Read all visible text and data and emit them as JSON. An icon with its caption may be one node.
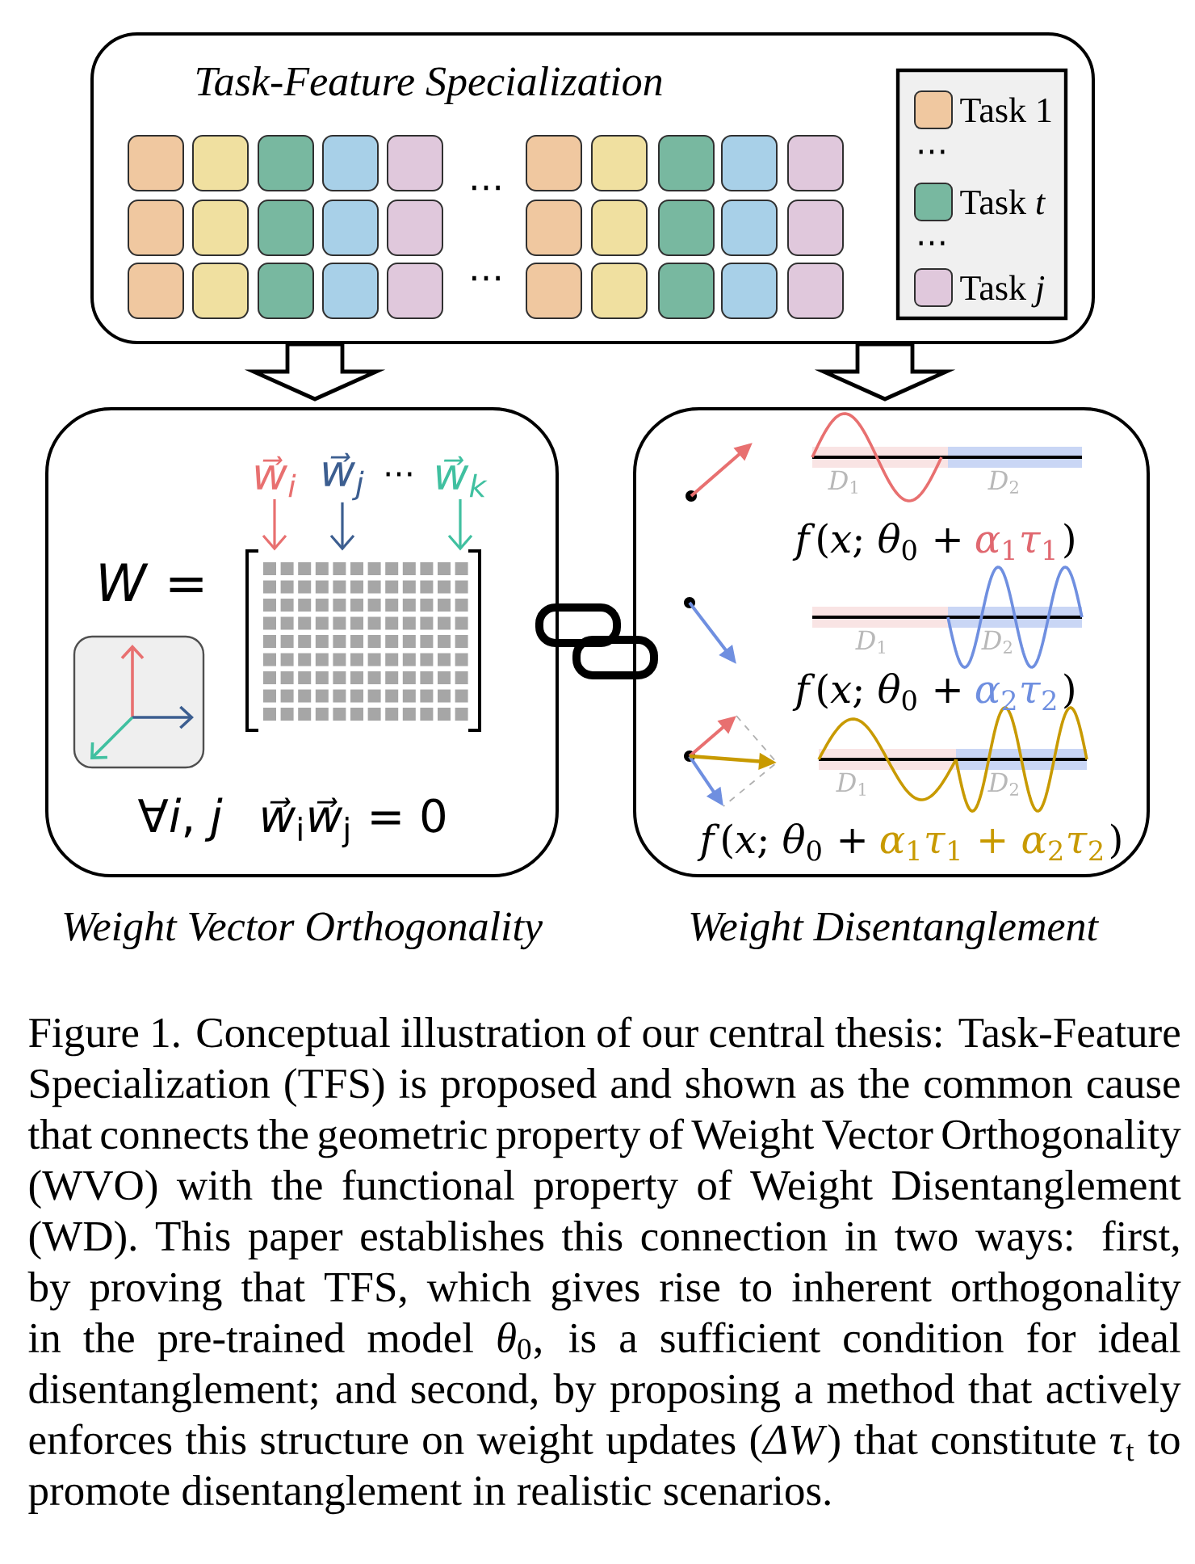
{
  "diagram": {
    "caption": "Figure 1. Conceptual illustration of our central thesis: Task-Feature Specialization (TFS) is proposed and shown as the common cause that connects the geometric property of Weight Vector Orthogonality (WVO) with the functional property of Weight Disentanglement (WD). This paper establishes this connection in two ways: first, by proving that TFS, which gives rise to inherent orthogonality in the pre-trained model *θ*$_{0}$, is a sufficient condition for ideal disentanglement; and second, by proposing a method that actively enforces this structure on weight updates (*ΔW*) that constitute *τ*$_{t}$ to promote disentanglement in realistic scenarios.",
    "nodes": [
      {
        "text": [
          "Task-Feature Specialization"
        ]
      },
      {
        "text": [
          "Weight Vector Orthogonality"
        ]
      },
      {
        "text": [
          "Weight Disentanglement"
        ]
      },
      {
        "text": [
          "w⃗$_{i}$"
        ],
        "in": 1
      },
      {
        "text": [
          "w⃗$_{j}$"
        ],
        "in": 1
      },
      {
        "text": [
          "w⃗$_{k}$"
        ],
        "in": 1
      },
      {
        "text": [],
        "shape": "grid",
        "in": 1,
        "beside": [
          "*W* ="
        ]
      }
    ],
    "edges": [
      {
        "from": 0,
        "to": 1,
        "arrow": "to",
        "style": "thick"
      },
      {
        "from": 0,
        "to": 2,
        "arrow": "to",
        "style": "thick"
      },
      {
        "from": 3,
        "to": 6,
        "arrow": "to",
        "color": "#e87070"
      },
      {
        "from": 4,
        "to": 6,
        "arrow": "to",
        "color": "#3c5e90"
      },
      {
        "from": 5,
        "to": 6,
        "arrow": "to",
        "color": "#40c0a0"
      }
    ],
    "labels": [
      "⋯",
      "⋯",
      "⋯",
      "⋯",
      "⋯",
      "∀*i*, *j*",
      "*w⃗*$_{i}$*w⃗*$_{j}$ = 0",
      "*D*$_{1}$",
      "*D*$_{2}$",
      "*f*(*x*; *θ*$_{0}$ +",
      "*α*$_{1}$*τ*$_{1}$",
      ")",
      "*D*$_{1}$",
      "*D*$_{2}$",
      "*f*(*x*; *θ*$_{0}$ +",
      "*α*$_{2}$*τ*$_{2}$",
      ")",
      "*D*$_{1}$",
      "*D*$_{2}$",
      "*f*(*x*; *θ*$_{0}$ +",
      "*α*$_{1}$*τ*$_{1}$ + *α*$_{2}$*τ*$_{2}$",
      ")"
    ],
    "legend": [
      {
        "text": "Task 1",
        "color": "#f0c8a0"
      },
      {
        "text": "Task *t*",
        "color": "#78b8a0"
      },
      {
        "text": "Task *j*",
        "color": "#e0c8dc"
      }
    ]
  }
}
